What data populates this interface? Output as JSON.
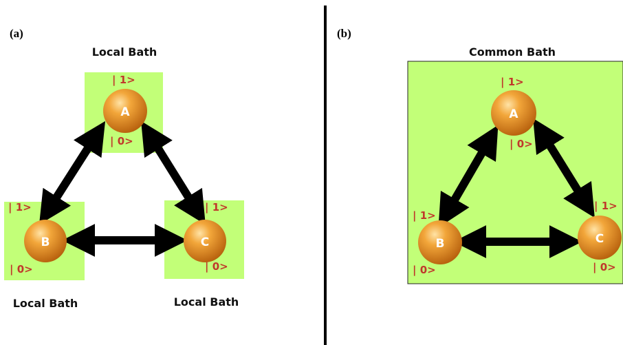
{
  "panels": {
    "a": {
      "label": "(a)",
      "baths": [
        "Local Bath",
        "Local Bath",
        "Local Bath"
      ]
    },
    "b": {
      "label": "(b)",
      "bath": "Common Bath"
    }
  },
  "qubits": {
    "names": [
      "A",
      "B",
      "C"
    ],
    "excited": "| 1>",
    "ground": "| 0>"
  },
  "colors": {
    "bath": "#c2ff78",
    "qubit": "#e08a1e",
    "ket": "#c0392b",
    "arrow": "#000000"
  }
}
